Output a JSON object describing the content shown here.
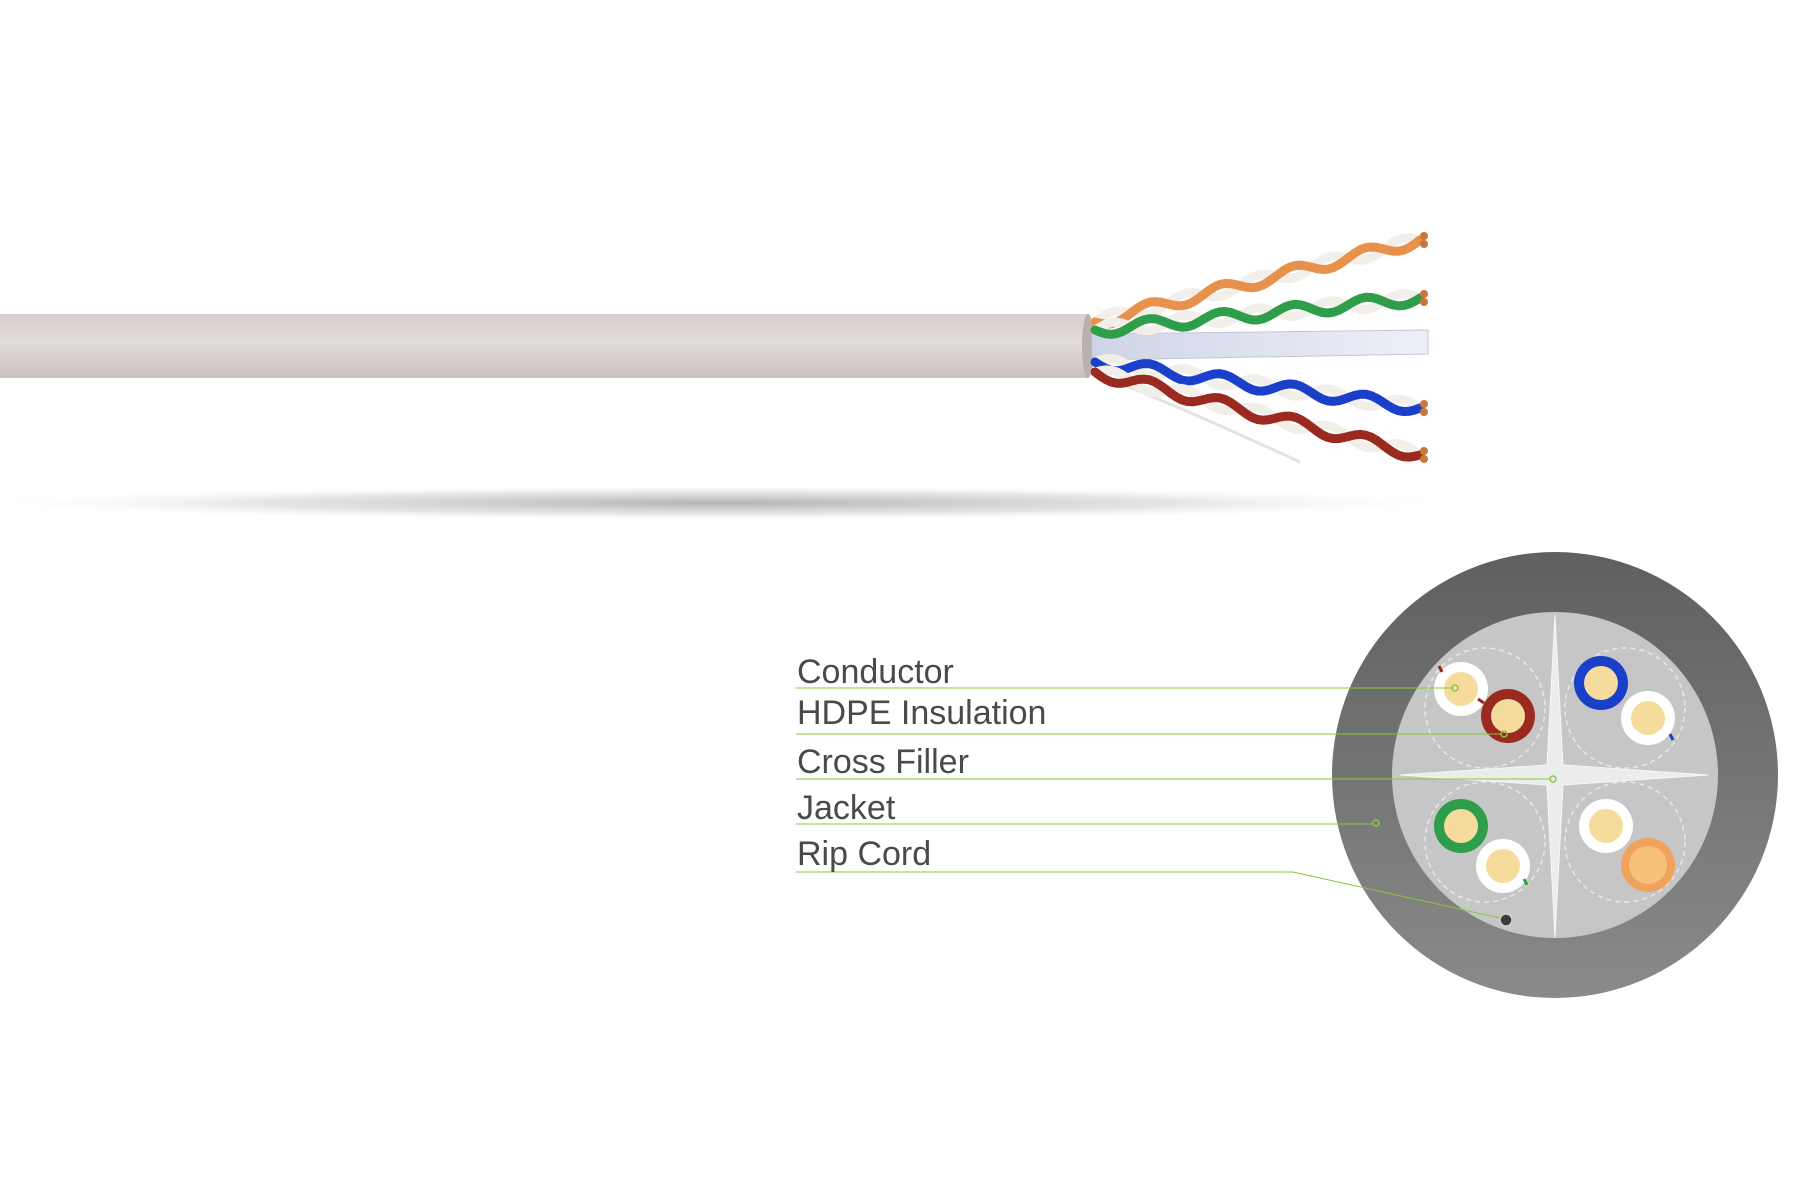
{
  "diagram": {
    "labels": [
      {
        "id": "conductor",
        "text": "Conductor"
      },
      {
        "id": "insulation",
        "text": "HDPE Insulation"
      },
      {
        "id": "cross-filler",
        "text": "Cross Filler"
      },
      {
        "id": "jacket",
        "text": "Jacket"
      },
      {
        "id": "rip-cord",
        "text": "Rip Cord"
      }
    ],
    "colors": {
      "jacket": "#6e6e6e",
      "cable_sheath": "#d9d3d1",
      "core_background": "#c4c4c4",
      "conductor": "#f6dc9c",
      "leader_line": "#8cc63f",
      "pair_orange": "#e8914a",
      "pair_green": "#2e9e4a",
      "pair_blue": "#1a3fc9",
      "pair_brown": "#9a2a1f"
    },
    "pairs": [
      "brown",
      "blue",
      "green",
      "orange"
    ]
  }
}
